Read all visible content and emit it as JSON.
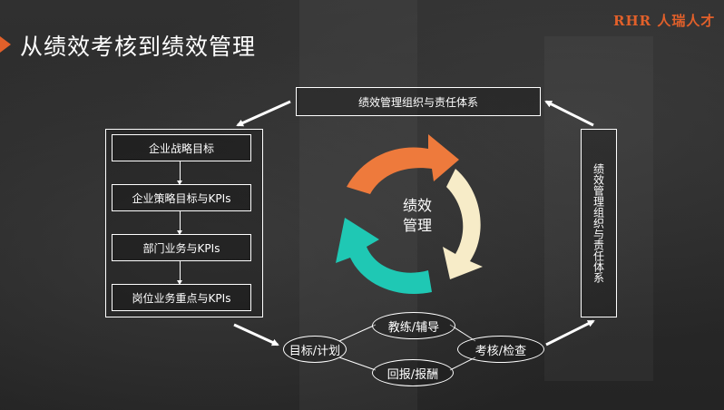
{
  "title": "从绩效考核到绩效管理",
  "logo": "RHR 人瑞人才",
  "top_box": "绩效管理组织与责任体系",
  "left_column": {
    "items": [
      "企业战略目标",
      "企业策略目标与KPIs",
      "部门业务与KPIs",
      "岗位业务重点与KPIs"
    ]
  },
  "right_box": "绩效管理组织与责任体系",
  "center": {
    "line1": "绩效",
    "line2": "管理"
  },
  "cycle": {
    "left": "目标/计划",
    "top": "教练/辅导",
    "right": "考核/检查",
    "bottom": "回报/报酬"
  },
  "colors": {
    "accent": "#e2602a",
    "cycle_orange": "#ee7a3c",
    "cycle_cream": "#f7ecc8",
    "cycle_teal": "#1fc8b4"
  }
}
